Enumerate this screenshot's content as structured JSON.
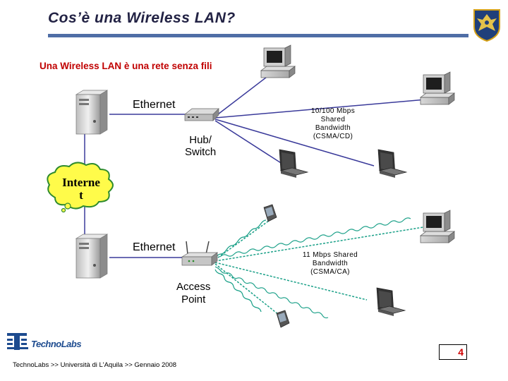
{
  "title": "Cos’è una Wireless LAN?",
  "subtitle": "Una Wireless LAN è una rete senza fili",
  "labels": {
    "ethernet_top": "Ethernet",
    "ethernet_bottom": "Ethernet",
    "hub_line1": "Hub/",
    "hub_line2": "Switch",
    "wired_bw_line1": "10/100 Mbps",
    "wired_bw_line2": "Shared",
    "wired_bw_line3": "Bandwidth",
    "wired_bw_line4": "(CSMA/CD)",
    "internet_line1": "Interne",
    "internet_line2": "t",
    "wireless_bw_line1": "11 Mbps Shared",
    "wireless_bw_line2": "Bandwidth",
    "wireless_bw_line3": "(CSMA/CA)",
    "ap_line1": "Access",
    "ap_line2": "Point"
  },
  "footer": {
    "logo_text": "TechnoLabs",
    "text": "TechnoLabs >> Università di L'Aquila >> Gennaio 2008",
    "page_number": "4"
  },
  "colors": {
    "title": "#222244",
    "subtitle": "#c00000",
    "title_bar": "#4f6ea6",
    "wire": "#3a3a9a",
    "wireless_signal": "#1aa088",
    "cloud": "#fffb4a",
    "page_number": "#d00000"
  },
  "icons": [
    "server-icon",
    "hub-icon",
    "desktop-pc-icon",
    "laptop-icon",
    "pda-icon",
    "access-point-icon",
    "internet-cloud-icon",
    "university-crest-icon",
    "technolabs-logo-icon"
  ]
}
